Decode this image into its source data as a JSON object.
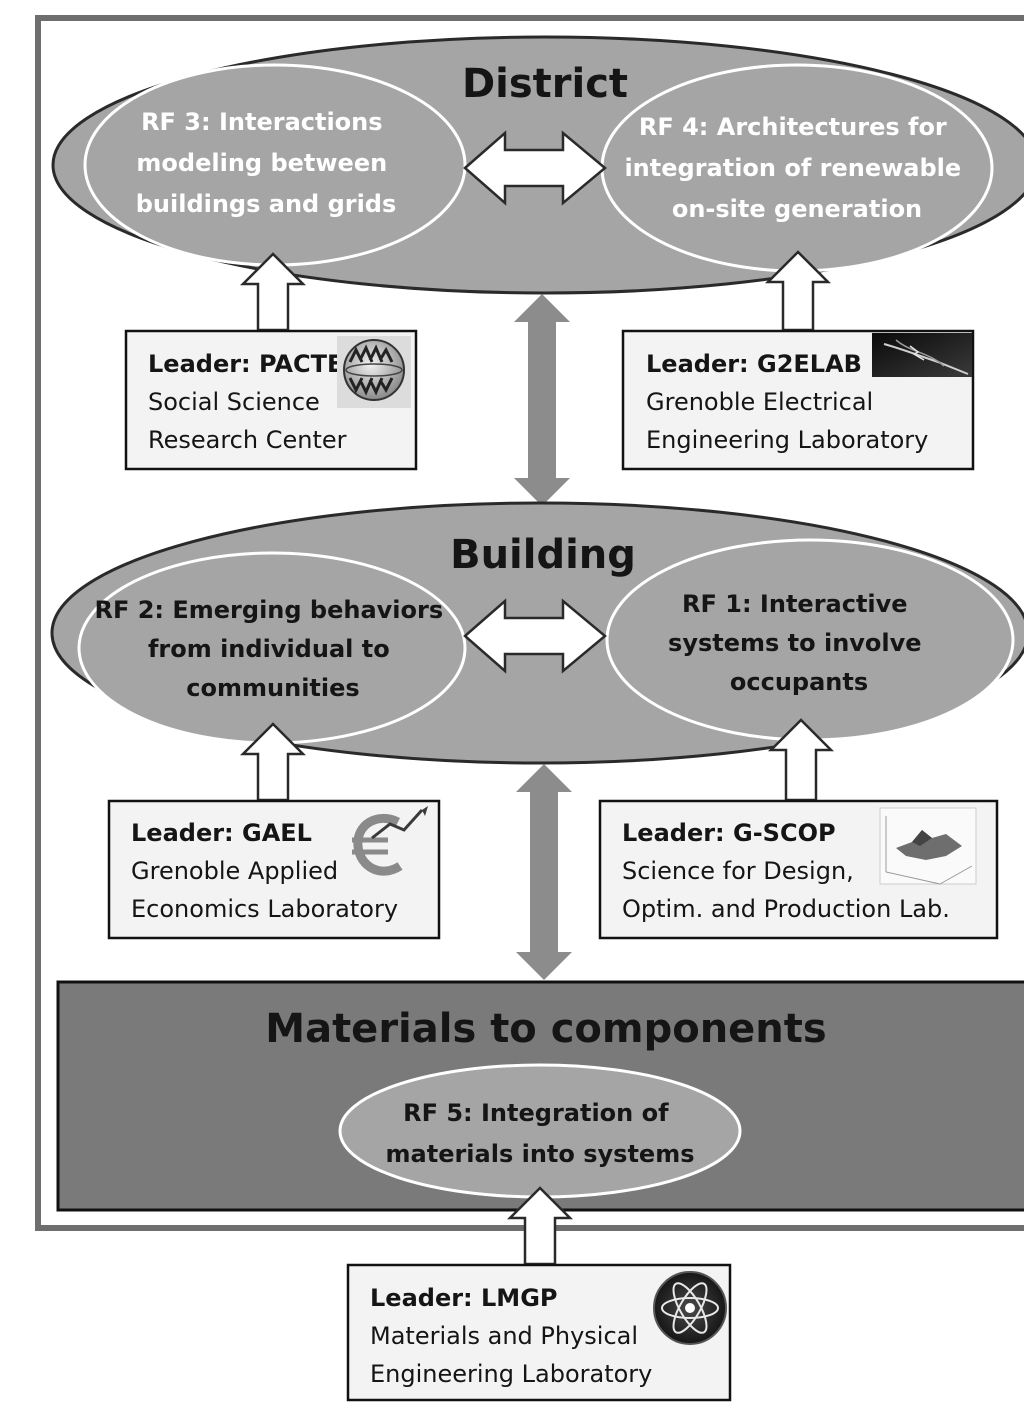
{
  "district": {
    "title": "District",
    "rf3_lines": [
      "RF 3: Interactions",
      "modeling between",
      "buildings and grids"
    ],
    "rf4_lines": [
      "RF 4: Architectures for",
      "integration of renewable",
      "on-site generation"
    ]
  },
  "building": {
    "title": "Building",
    "rf2_lines": [
      "RF 2: Emerging behaviors",
      "from individual to",
      "communities"
    ],
    "rf1_lines": [
      "RF 1: Interactive",
      "systems to involve",
      "occupants"
    ]
  },
  "materials": {
    "title": "Materials to components",
    "rf5_lines": [
      "RF 5: Integration of",
      "materials into systems"
    ]
  },
  "leaders": {
    "pacte": {
      "name": "Leader: PACTE",
      "lines": [
        "Social Science",
        "Research Center"
      ],
      "icon": "globe-people-icon"
    },
    "g2elab": {
      "name": "Leader: G2ELAB",
      "lines": [
        "Grenoble Electrical",
        "Engineering Laboratory"
      ],
      "icon": "electric-arc-icon"
    },
    "gael": {
      "name": "Leader: GAEL",
      "lines": [
        "Grenoble Applied",
        "Economics Laboratory"
      ],
      "icon": "euro-chart-icon"
    },
    "gscop": {
      "name": "Leader: G-SCOP",
      "lines": [
        "Science for Design,",
        "Optim. and Production Lab."
      ],
      "icon": "surface-plot-icon"
    },
    "lmgp": {
      "name": "Leader: LMGP",
      "lines": [
        "Materials and Physical",
        "Engineering Laboratory"
      ],
      "icon": "atom-icon"
    }
  },
  "colors": {
    "ellipse_fill": "#a5a5a5",
    "materials_fill": "#7a7a7a",
    "arrow_gray": "#8c8c8c",
    "frame": "#6e6e6e"
  }
}
